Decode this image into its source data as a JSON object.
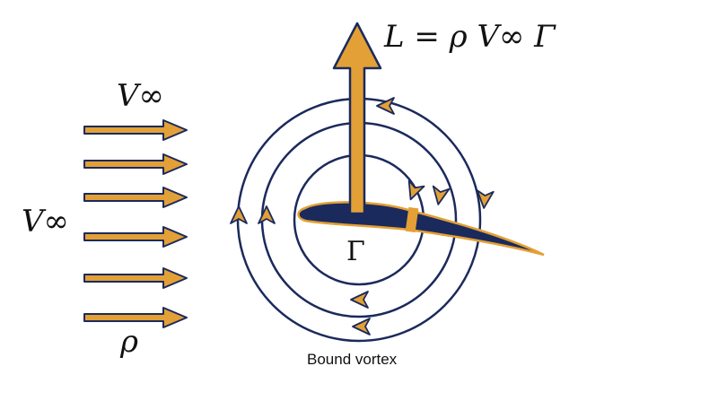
{
  "labels": {
    "lift_equation": "L = ρ V∞ Γ",
    "freestream_velocity_top": "V∞",
    "freestream_velocity_left": "V∞",
    "density": "ρ",
    "circulation": "Γ",
    "bound_vortex": "Bound vortex"
  },
  "colors": {
    "arrow_fill": "#e3a036",
    "outline": "#1b2a5c",
    "airfoil": "#1b2a5c",
    "background": "#ffffff"
  },
  "icons": {
    "freestream": "right-arrow",
    "lift": "up-arrow",
    "circulation": "chevron-arrowhead"
  }
}
